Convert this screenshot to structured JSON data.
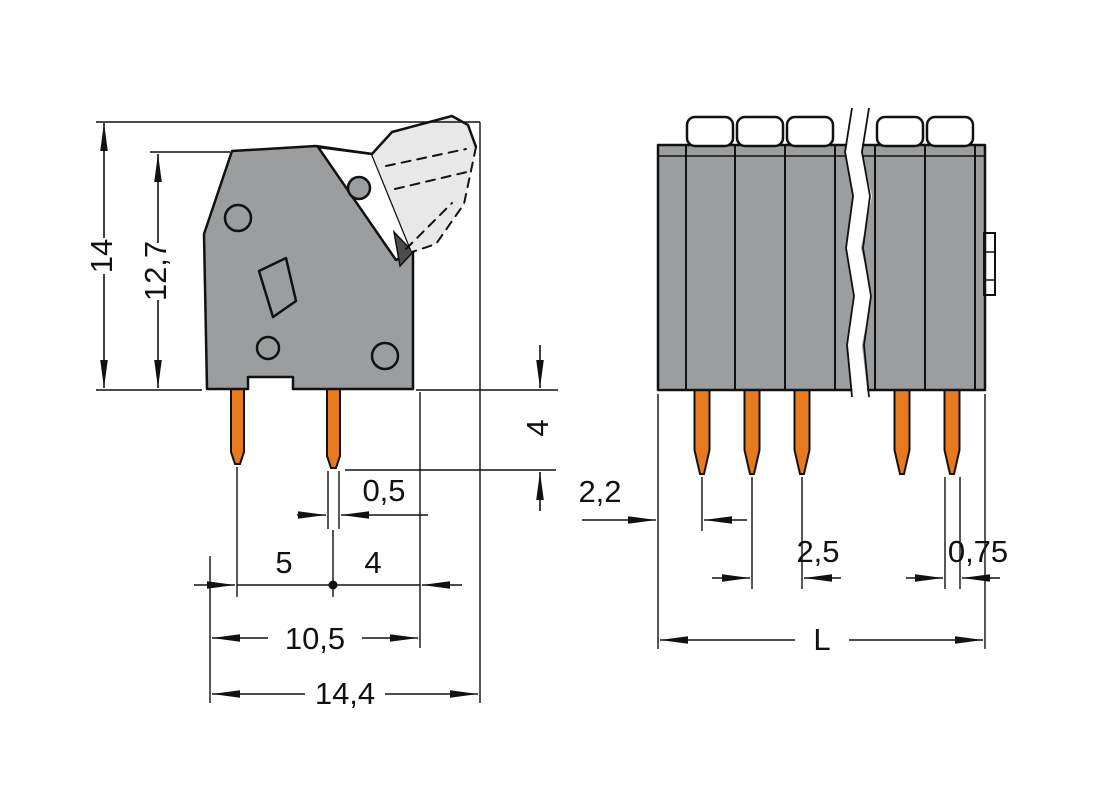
{
  "colors": {
    "housing_gray": "#9b9d9e",
    "pin_orange": "#e87a1e",
    "lever_light": "#e8e8e8",
    "latch_dark": "#4d4d4d",
    "line": "#111111",
    "background": "#ffffff"
  },
  "side_view": {
    "dim_total_height": "14",
    "dim_housing_height": "12,7",
    "dim_pin_length": "4",
    "dim_pin_width": "0,5",
    "dim_pin_spacing": "5",
    "dim_pin_to_edge": "4",
    "dim_housing_depth": "10,5",
    "dim_total_depth": "14,4"
  },
  "front_view": {
    "dim_edge_to_first_pin": "2,2",
    "dim_pin_pitch": "2,5",
    "dim_pin_width": "0,75",
    "dim_total_length": "L"
  }
}
